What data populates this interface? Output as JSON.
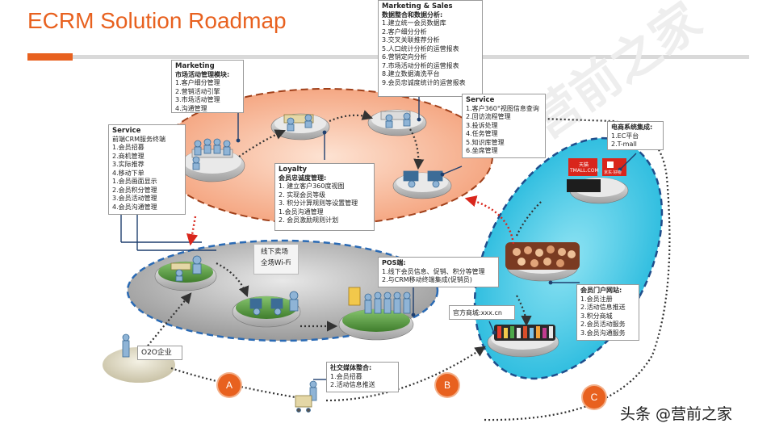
{
  "title": "ECRM Solution Roadmap",
  "colors": {
    "accent": "#e8611f",
    "orange_zone": "#f7b89a",
    "gray_zone": "#bdbdbd",
    "cyan_zone": "#35c6e6",
    "dash_blue": "#1f4e8c",
    "dash_red": "#d9261c",
    "dash_dark": "#333333",
    "watermark_faint": "#eeeeee"
  },
  "faint_watermark": "营前之家",
  "boxes": {
    "marketing": {
      "title": "Marketing",
      "subtitle": "市场活动管理模块:",
      "lines": [
        "1.客户细分管理",
        "2.营销活动引擎",
        "3.市场活动管理",
        "4.沟通管理"
      ]
    },
    "marketing_sales": {
      "title": "Marketing & Sales",
      "subtitle": "数据整合和数据分析:",
      "lines": [
        "1.建立统一会员数据库",
        "2.客户细分分析",
        "3.交叉关联推荐分析",
        "5.人口统计分析的运营报表",
        "6.营销定向分析",
        "7.市场活动分析的运营报表",
        "8.建立数据清洗平台",
        "9.会员忠诚度统计的运营报表"
      ]
    },
    "service_top": {
      "title": "Service",
      "lines": [
        "1.客户360°视图信息查询",
        "2.回访流程管理",
        "3.投诉处理",
        "4.任务管理",
        "5.知识库管理",
        "6.坐席管理"
      ]
    },
    "service_left": {
      "title": "Service",
      "subtitle": "前端CRM服务终端",
      "lines": [
        "1.会员招募",
        "2.商机管理",
        "3.实际推荐",
        "4.移动下单",
        "1.会员画面显示",
        "2.会员积分管理",
        "3.会员活动管理",
        "4.会员沟通管理"
      ]
    },
    "loyalty": {
      "title": "Loyalty",
      "subtitle": "会员忠诚度管理:",
      "lines": [
        "1. 建立客户360度视图",
        "2. 实现会员等级",
        "3. 积分计算规则等设置管理",
        "1.会员沟通管理",
        "2. 会员激励规则计划"
      ]
    },
    "ecommerce": {
      "title": "电商系统集成:",
      "lines": [
        "1.EC平台",
        "2.T-mall"
      ]
    },
    "offline": {
      "lines": [
        "线下卖场",
        "全场Wi-Fi"
      ]
    },
    "pos": {
      "title": "POS端:",
      "lines": [
        "1.线下会员信息、促销、积分等管理",
        "2.与CRM移动终端集成(促销员)"
      ]
    },
    "official_site": {
      "label": "官方商城:xxx.cn"
    },
    "member_portal": {
      "title": "会员门户网站:",
      "lines": [
        "1.会员注册",
        "2.活动信息推送",
        "3.积分商城",
        "2.会员活动服务",
        "3.会员沟通服务"
      ]
    },
    "social": {
      "title": "社交媒体整合:",
      "lines": [
        "1.会员招募",
        "2.活动信息推送"
      ]
    },
    "o2o": {
      "label": "O2O企业"
    }
  },
  "logos": {
    "tmall": "天猫 TMALL.COM",
    "jd": "京东·好物"
  },
  "markers": [
    "A",
    "B",
    "C"
  ],
  "watermark": "头条 @营前之家"
}
